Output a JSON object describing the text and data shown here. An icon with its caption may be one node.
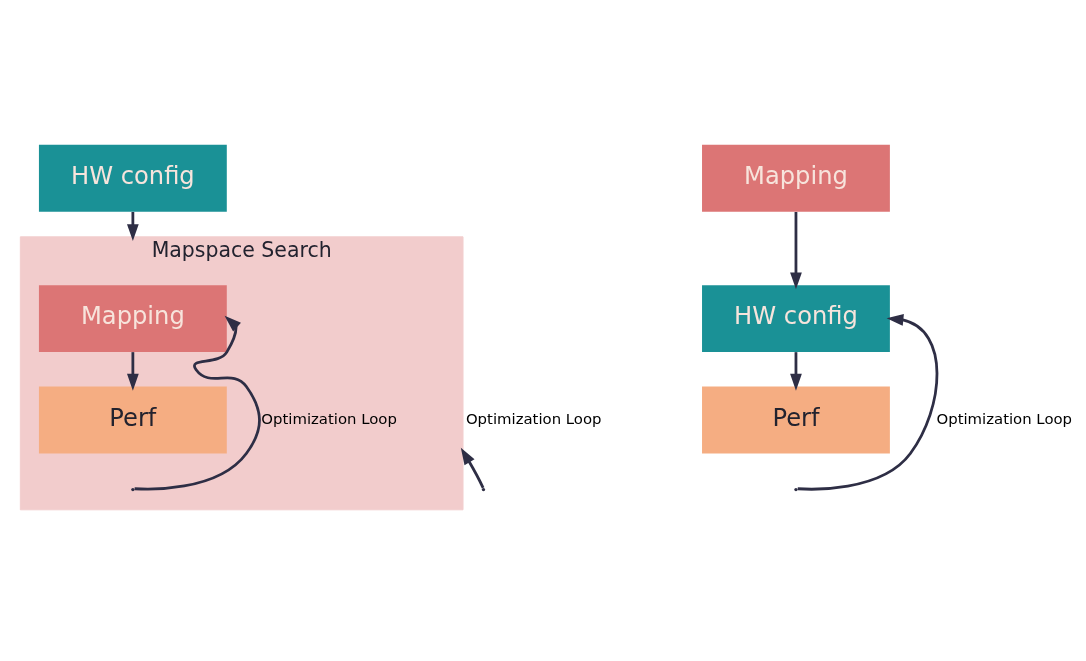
{
  "diagram": {
    "nodes": [
      {
        "text": [
          "HW config"
        ]
      },
      {
        "text": [
          "Mapspace Search"
        ]
      },
      {
        "text": [
          "Mapping"
        ],
        "in": 1
      },
      {
        "text": [
          "Perf"
        ],
        "in": 1
      },
      {
        "text": [
          "Mapping"
        ]
      },
      {
        "text": [
          "HW config"
        ]
      },
      {
        "text": [
          "Perf"
        ]
      }
    ],
    "edges": [
      {
        "from": 0,
        "to": 1,
        "arrow": "to"
      },
      {
        "from": 2,
        "to": 3,
        "arrow": "to"
      },
      {
        "from": null,
        "to": 2,
        "arrow": "to",
        "label": "Optimization Loop"
      },
      {
        "from": null,
        "to": 1,
        "arrow": "to",
        "label": "Optimization Loop"
      },
      {
        "from": 4,
        "to": 5,
        "arrow": "to"
      },
      {
        "from": 5,
        "to": 6,
        "arrow": "to"
      },
      {
        "from": null,
        "to": 5,
        "arrow": "to",
        "label": "Optimization Loop"
      }
    ]
  }
}
